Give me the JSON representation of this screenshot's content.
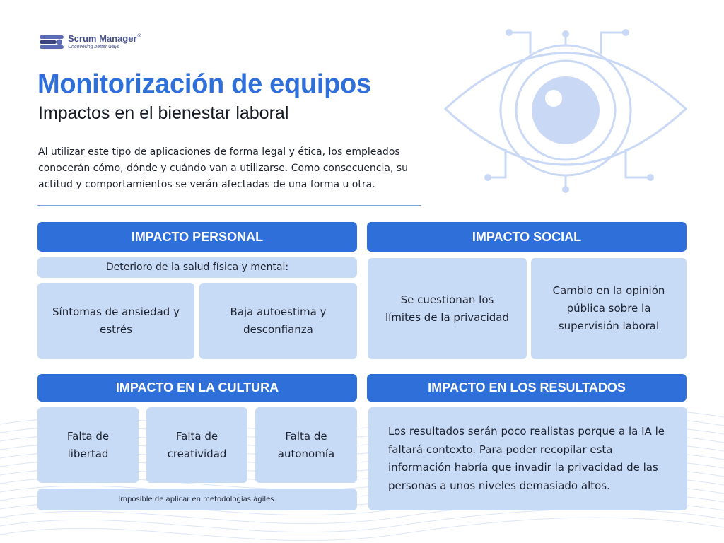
{
  "logo": {
    "name": "Scrum Manager",
    "registered": "®",
    "tagline": "Uncovering better ways"
  },
  "header": {
    "title": "Monitorización de equipos",
    "subtitle": "Impactos en el bienestar laboral",
    "intro": "Al utilizar este tipo de aplicaciones de forma legal y ética, los empleados conocerán cómo, dónde y cuándo van a utilizarse. Como consecuencia, su actitud y comportamientos se verán afectadas de una forma u otra."
  },
  "personal": {
    "header": "IMPACTO PERSONAL",
    "strip": "Deterioro de la salud física y mental:",
    "items": [
      "Síntomas de ansiedad y estrés",
      "Baja autoestima y desconfianza"
    ]
  },
  "social": {
    "header": "IMPACTO SOCIAL",
    "items": [
      "Se cuestionan los límites de la privacidad",
      "Cambio en la opinión pública sobre la supervisión laboral"
    ]
  },
  "culture": {
    "header": "IMPACTO EN LA CULTURA",
    "items": [
      "Falta de libertad",
      "Falta de creatividad",
      "Falta de autonomía"
    ],
    "note": "Imposible de aplicar en metodologías ágiles."
  },
  "results": {
    "header": "IMPACTO EN LOS RESULTADOS",
    "text": "Los resultados serán poco realistas porque a la IA le faltará contexto. Para poder recopilar esta información habría que invadir la privacidad de las personas a unos niveles demasiado altos."
  },
  "colors": {
    "accent": "#2f6fd9",
    "box": "#c7dbf6",
    "decor": "#c9d9f5"
  }
}
